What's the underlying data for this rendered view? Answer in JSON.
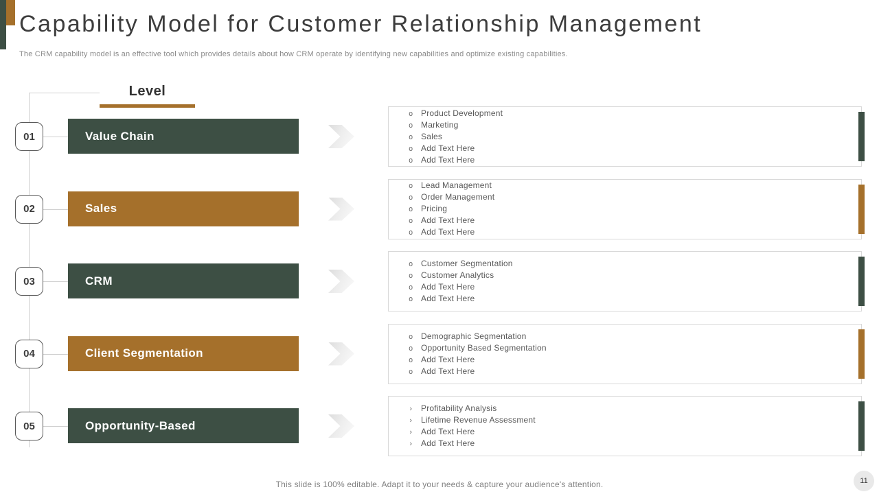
{
  "slide": {
    "title": "Capability Model for Customer Relationship Management",
    "subtitle": "The CRM capability model is an effective tool which provides details about how CRM operate by identifying new capabilities and optimize existing capabilities.",
    "level_label": "Level",
    "footer": "This slide is 100% editable. Adapt it to your needs & capture your audience's attention.",
    "page_number": "11"
  },
  "colors": {
    "green": "#3d4f44",
    "brown": "#a5702b"
  },
  "rows": [
    {
      "number": "01",
      "label": "Value Chain",
      "color_key": "green",
      "bullet_glyph": "o",
      "items": [
        "Product Development",
        "Marketing",
        "Sales",
        "Add Text Here",
        "Add Text Here"
      ]
    },
    {
      "number": "02",
      "label": "Sales",
      "color_key": "brown",
      "bullet_glyph": "o",
      "items": [
        "Lead Management",
        "Order Management",
        "Pricing",
        "Add Text Here",
        "Add Text Here"
      ]
    },
    {
      "number": "03",
      "label": "CRM",
      "color_key": "green",
      "bullet_glyph": "o",
      "items": [
        "Customer Segmentation",
        "Customer Analytics",
        "Add Text Here",
        "Add Text Here"
      ]
    },
    {
      "number": "04",
      "label": "Client Segmentation",
      "color_key": "brown",
      "bullet_glyph": "o",
      "items": [
        "Demographic Segmentation",
        "Opportunity Based Segmentation",
        "Add Text Here",
        "Add Text Here"
      ]
    },
    {
      "number": "05",
      "label": "Opportunity-Based",
      "color_key": "green",
      "bullet_glyph": "›",
      "items": [
        "Profitability Analysis",
        "Lifetime Revenue Assessment",
        "Add Text Here",
        "Add Text Here"
      ]
    }
  ]
}
